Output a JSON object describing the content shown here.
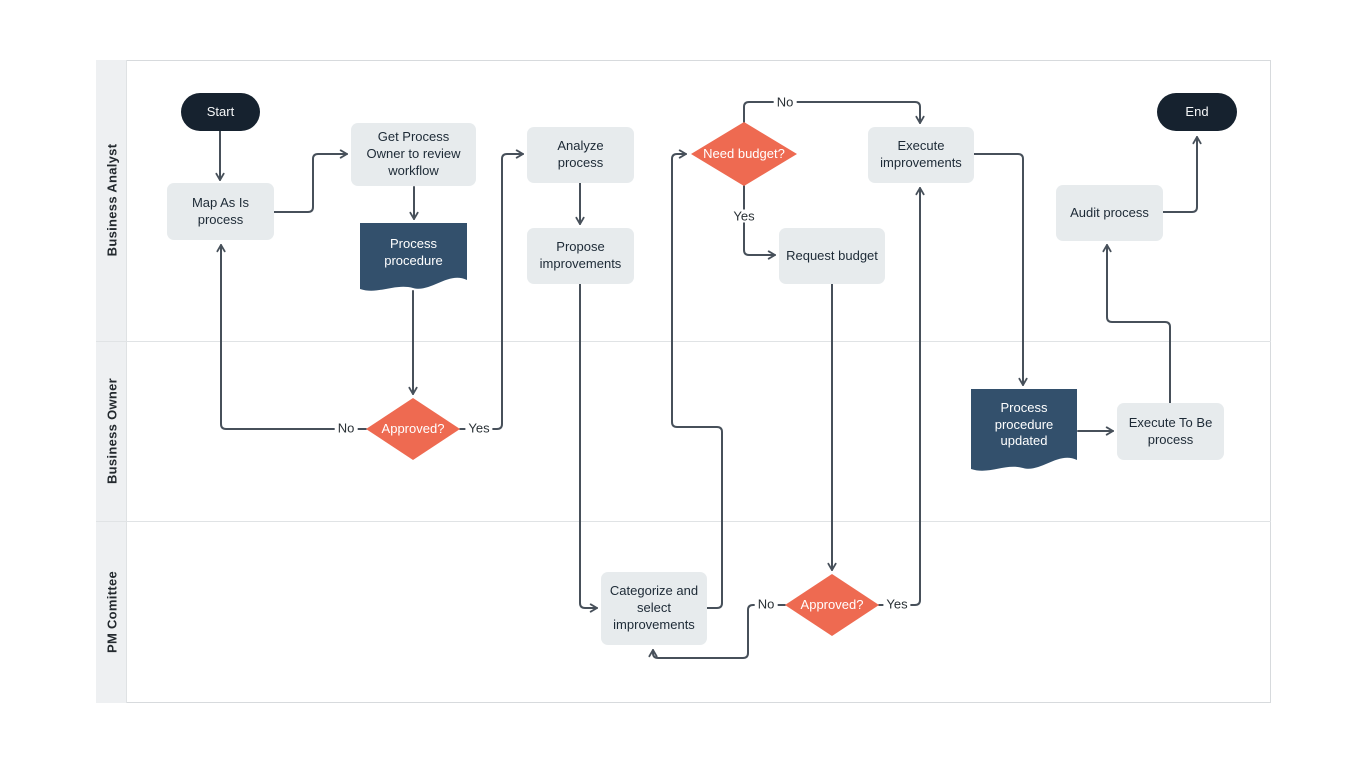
{
  "diagram": {
    "lanes": [
      {
        "label": "Business Analyst"
      },
      {
        "label": "Business Owner"
      },
      {
        "label": "PM Comittee"
      }
    ],
    "nodes": {
      "start": {
        "label": "Start",
        "type": "terminator"
      },
      "map_as_is": {
        "label": "Map As Is process",
        "type": "process"
      },
      "get_process_owner": {
        "label": "Get Process Owner to review workflow",
        "type": "process"
      },
      "process_procedure": {
        "label": "Process procedure",
        "type": "document"
      },
      "analyze_process": {
        "label": "Analyze process",
        "type": "process"
      },
      "propose_improvements": {
        "label": "Propose improvements",
        "type": "process"
      },
      "need_budget": {
        "label": "Need budget?",
        "type": "decision"
      },
      "request_budget": {
        "label": "Request budget",
        "type": "process"
      },
      "execute_improvements": {
        "label": "Execute improvements",
        "type": "process"
      },
      "audit_process": {
        "label": "Audit process",
        "type": "process"
      },
      "end": {
        "label": "End",
        "type": "terminator"
      },
      "approved_owner": {
        "label": "Approved?",
        "type": "decision"
      },
      "process_procedure_updated": {
        "label": "Process procedure updated",
        "type": "document"
      },
      "execute_to_be": {
        "label": "Execute To Be process",
        "type": "process"
      },
      "categorize_select": {
        "label": "Categorize and select improvements",
        "type": "process"
      },
      "approved_committee": {
        "label": "Approved?",
        "type": "decision"
      }
    },
    "edge_labels": {
      "need_budget_no": "No",
      "need_budget_yes": "Yes",
      "approved_owner_no": "No",
      "approved_owner_yes": "Yes",
      "approved_committee_no": "No",
      "approved_committee_yes": "Yes"
    },
    "colors": {
      "terminator_fill": "#16222f",
      "document_fill": "#33506c",
      "decision_fill": "#ee6a51",
      "process_fill": "#e7ebed",
      "connector": "#47505a",
      "lane_strip": "#eef0f2",
      "frame_border": "#d7dadd"
    }
  }
}
